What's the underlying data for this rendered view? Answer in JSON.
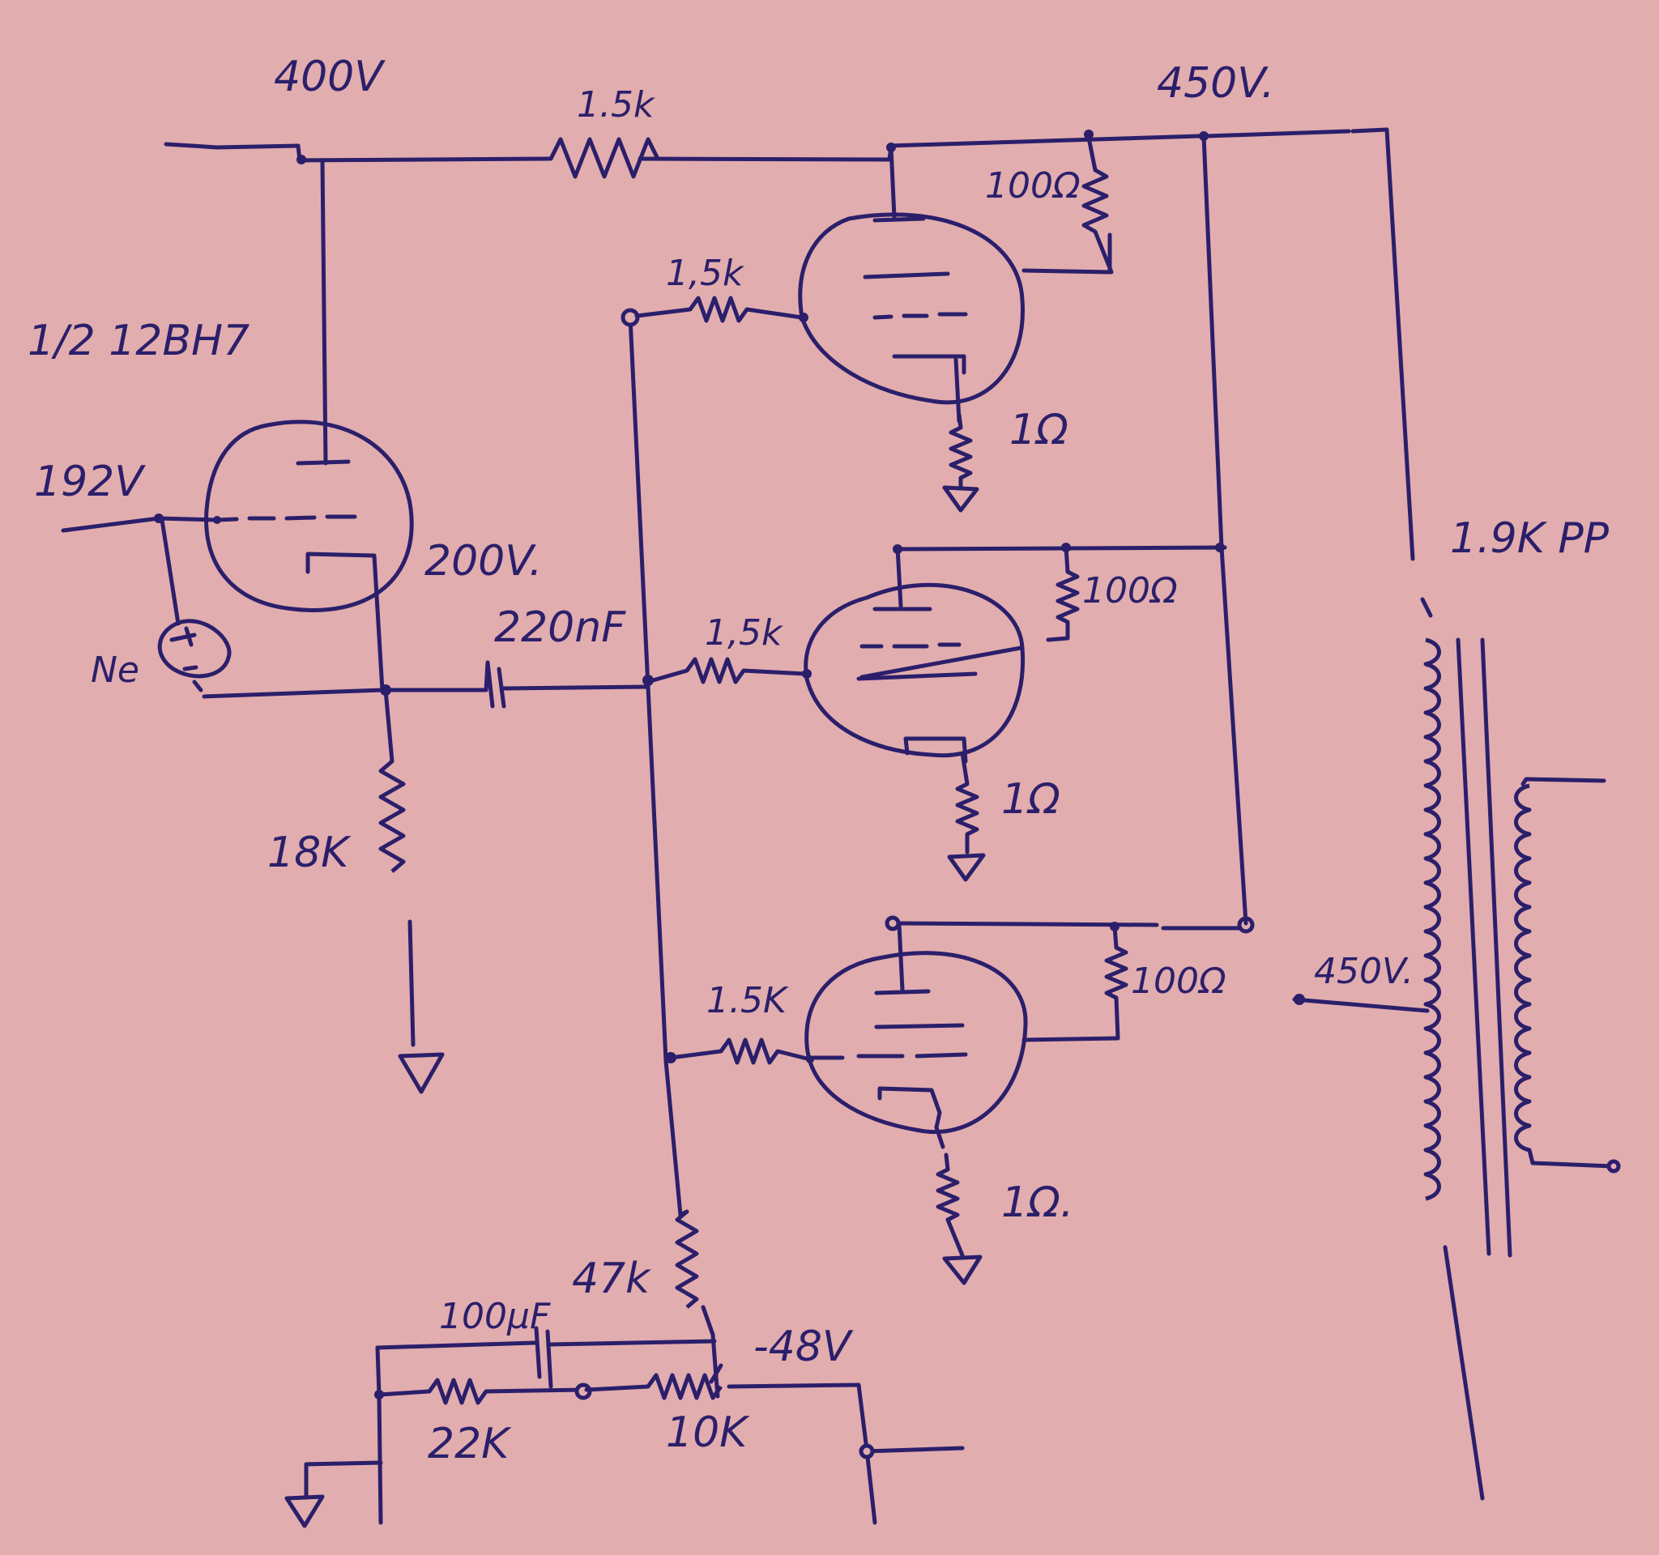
{
  "labels": {
    "supply_400v": "400V",
    "supply_450v": "450V.",
    "r_dropper": "1.5k",
    "tube_type": "1/2 12BH7",
    "grid_voltage": "192V",
    "cathode_voltage": "200V.",
    "neon": "Ne",
    "r_cathode": "18K",
    "coupling_cap": "220nF",
    "grid_r_1": "1,5k",
    "grid_r_2": "1,5k",
    "grid_r_3": "1.5K",
    "screen_r_1": "100Ω",
    "screen_r_2": "100Ω",
    "screen_r_3": "100Ω",
    "cathode_r_1": "1Ω",
    "cathode_r_2": "1Ω",
    "cathode_r_3": "1Ω.",
    "transformer": "1.9K PP",
    "ct_voltage": "450V.",
    "bias_r_series": "47k",
    "bias_cap": "100μF",
    "bias_voltage": "-48V",
    "bias_r_ground": "22K",
    "bias_pot": "10K"
  }
}
